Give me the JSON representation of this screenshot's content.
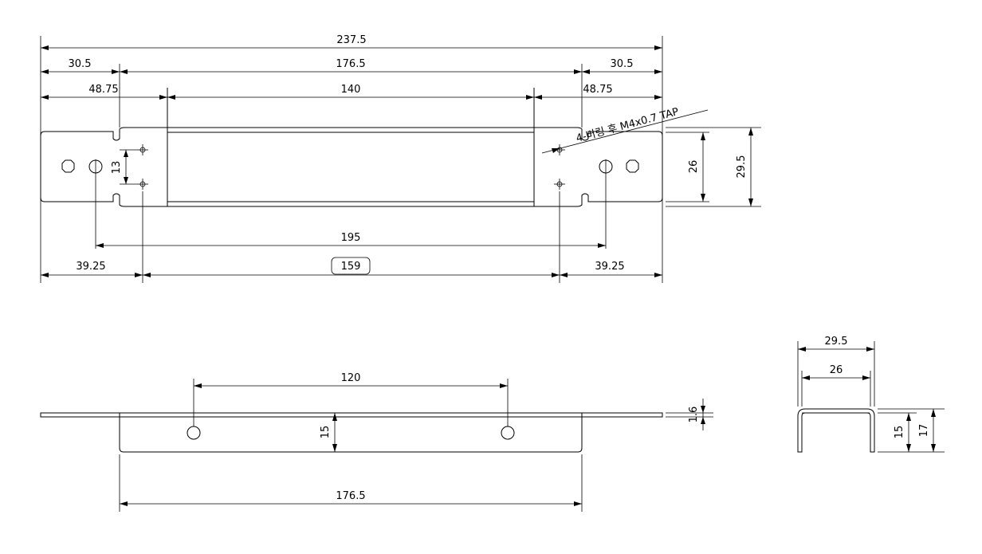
{
  "top_view": {
    "dim_overall": "237.5",
    "dim_left_end": "30.5",
    "dim_middle": "176.5",
    "dim_right_end": "30.5",
    "dim_left_inner": "48.75",
    "dim_inner": "140",
    "dim_right_inner": "48.75",
    "tap_note": "4-버링 후 M4x0.7 TAP",
    "dim_hole_vertical": "13",
    "dim_inner_width": "26",
    "dim_outer_width": "29.5",
    "dim_hole_span": "195",
    "dim_left_hole_offset": "39.25",
    "dim_tap_span": "159",
    "dim_right_hole_offset": "39.25"
  },
  "front_view": {
    "dim_hole_pitch": "120",
    "dim_thickness": "1.6",
    "dim_height": "15",
    "dim_flange_length": "176.5"
  },
  "side_view": {
    "dim_outer": "29.5",
    "dim_inner": "26",
    "dim_height_inner": "15",
    "dim_height_outer": "17"
  }
}
